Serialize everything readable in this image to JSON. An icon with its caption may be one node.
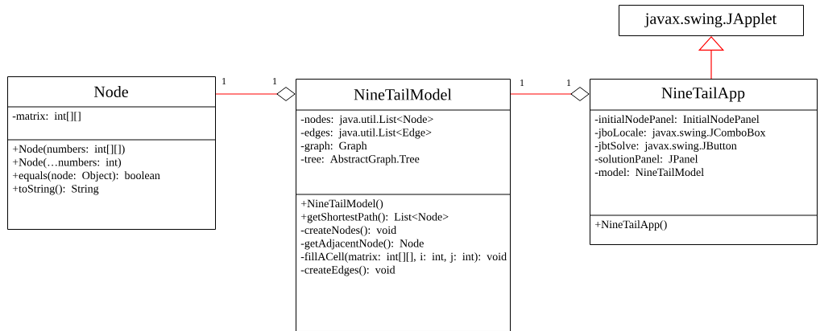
{
  "diagram": {
    "nodes": [
      {
        "text": [
          "Node",
          "-matrix: int[][]",
          "+Node(numbers: int[][])",
          "+Node(…numbers: int)",
          "+equals(node: Object): boolean",
          "+toString(): String"
        ]
      },
      {
        "text": [
          "NineTailModel",
          "-nodes: java.util.List<Node>",
          "-edges: java.util.List<Edge>",
          "-graph: Graph",
          "-tree: AbstractGraph.Tree",
          "+NineTailModel()",
          "+getShortestPath(): List<Node>",
          "-createNodes(): void",
          "-getAdjacentNode(): Node",
          "-fillACell(matrix: int[][], i: int, j: int): void",
          "-createEdges(): void"
        ]
      },
      {
        "text": [
          "NineTailApp",
          "-initialNodePanel: InitialNodePanel",
          "-jboLocale: javax.swing.JComboBox",
          "-jbtSolve: javax.swing.JButton",
          "-solutionPanel: JPanel",
          "-model: NineTailModel",
          "+NineTailApp()"
        ]
      },
      {
        "text": [
          "javax.swing.JApplet"
        ]
      }
    ],
    "edges": [
      {
        "from": 0,
        "to": 1,
        "arrow": "other"
      },
      {
        "from": 1,
        "to": 2,
        "arrow": "other"
      },
      {
        "from": 2,
        "to": 3,
        "arrow": "to"
      }
    ],
    "labels": [
      "1",
      "1",
      "1",
      "1"
    ]
  }
}
